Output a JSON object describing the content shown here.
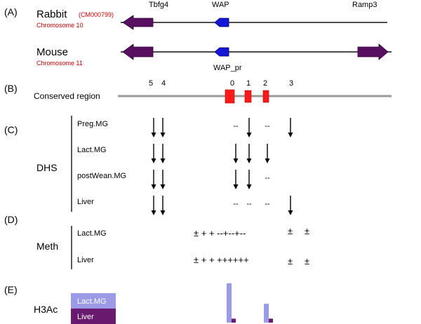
{
  "panels": {
    "a": "(A)",
    "b": "(B)",
    "c": "(C)",
    "d": "(D)",
    "e": "(E)"
  },
  "panel_a": {
    "rabbit": {
      "name": "Rabbit",
      "accession": "(CM000799)",
      "chromosome": "Chromosome 10"
    },
    "mouse": {
      "name": "Mouse",
      "chromosome": "Chromosome 11"
    },
    "genes": {
      "tbfg4": "Tbfg4",
      "wap": "WAP",
      "ramp3": "Ramp3",
      "wap_pr": "WAP_pr"
    },
    "colors": {
      "gene_arrow": "#5a1060",
      "wap_box": "#1515d8",
      "accession_text": "#cc0000"
    }
  },
  "panel_b": {
    "label": "Conserved region",
    "region_numbers": [
      "5",
      "4",
      "0",
      "1",
      "2",
      "3"
    ],
    "colors": {
      "region_block": "#ff1a1a",
      "line": "#999999"
    }
  },
  "panel_c": {
    "group_label": "DHS",
    "tissues": [
      "Preg.MG",
      "Lact.MG",
      "postWean.MG",
      "Liver"
    ],
    "no_site_mark": "--",
    "sites": [
      {
        "tissue": "Preg.MG",
        "5": "arrow",
        "4": "arrow",
        "0": "--",
        "1": "arrow",
        "2": "--",
        "3": "arrow"
      },
      {
        "tissue": "Lact.MG",
        "5": "arrow",
        "4": "arrow",
        "0": "arrow",
        "1": "arrow",
        "2": "arrow",
        "3": ""
      },
      {
        "tissue": "postWean.MG",
        "5": "arrow",
        "4": "arrow",
        "0": "arrow",
        "1": "arrow",
        "2": "--",
        "3": ""
      },
      {
        "tissue": "Liver",
        "5": "arrow",
        "4": "arrow",
        "0": "--",
        "1": "--",
        "2": "--",
        "3": "arrow"
      }
    ]
  },
  "panel_d": {
    "group_label": "Meth",
    "rows": [
      {
        "tissue": "Lact.MG",
        "cpg": "± + + --+--+--",
        "right": [
          "±",
          "±"
        ]
      },
      {
        "tissue": "Liver",
        "cpg": "± + + ++++++",
        "right": [
          "±",
          "±"
        ]
      }
    ]
  },
  "panel_e": {
    "group_label": "H3Ac",
    "legend": [
      {
        "label": "Lact.MG",
        "color": "#9a9ae6"
      },
      {
        "label": "Liver",
        "color": "#6a1a6e"
      }
    ],
    "bars": [
      {
        "site": "0",
        "lact_mg": 1.0,
        "liver": 0.1
      },
      {
        "site": "2",
        "lact_mg": 0.48,
        "liver": 0.1
      }
    ]
  }
}
